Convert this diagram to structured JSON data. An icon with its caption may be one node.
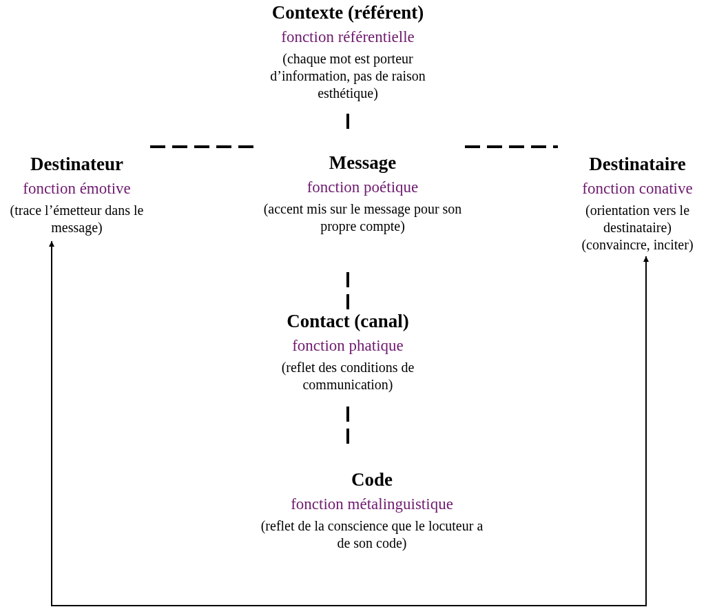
{
  "diagram": {
    "nodes": [
      {
        "text": [
          "Contexte (référent)",
          "fonction référentielle",
          "(chaque mot est porteur d’information, pas de raison esthétique)"
        ]
      },
      {
        "text": [
          "Destinateur",
          "fonction émotive",
          "(trace l’émetteur dans le message)"
        ]
      },
      {
        "text": [
          "Message",
          "fonction poétique",
          "(accent mis sur le message pour son propre compte)"
        ]
      },
      {
        "text": [
          "Destinataire",
          "fonction conative",
          "(orientation vers le destinataire)",
          "(convaincre, inciter)"
        ]
      },
      {
        "text": [
          "Contact (canal)",
          "fonction phatique",
          "(reflet des conditions de communication)"
        ]
      },
      {
        "text": [
          "Code",
          "fonction métalinguistique",
          "(reflet de la conscience que le locuteur a de son code)"
        ]
      }
    ],
    "edges": [
      {
        "from": 0,
        "to": 2,
        "arrow": "none",
        "style": "dashed"
      },
      {
        "from": 1,
        "to": 2,
        "arrow": "none",
        "style": "dashed"
      },
      {
        "from": 2,
        "to": 3,
        "arrow": "none",
        "style": "dashed"
      },
      {
        "from": 2,
        "to": 4,
        "arrow": "none",
        "style": "dashed"
      },
      {
        "from": 4,
        "to": 5,
        "arrow": "none",
        "style": "dashed"
      },
      {
        "from": 1,
        "to": 3,
        "arrow": "both"
      }
    ]
  }
}
